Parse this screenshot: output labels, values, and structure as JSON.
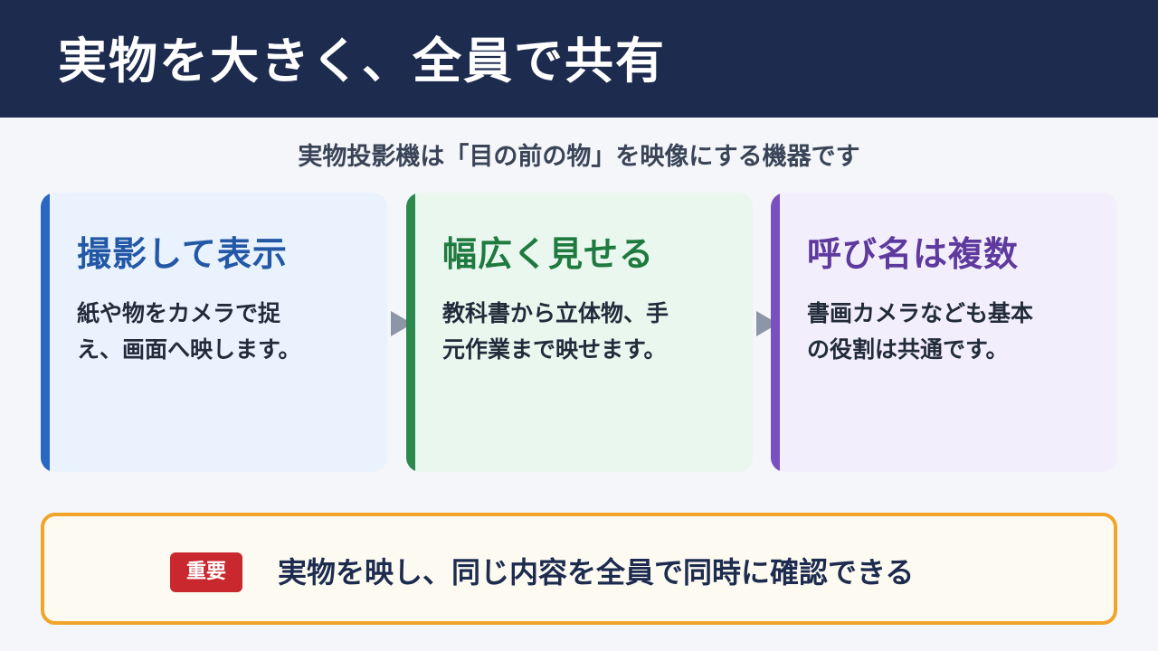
{
  "header": {
    "title": "実物を大きく、全員で共有"
  },
  "subtitle": "実物投影機は「目の前の物」を映像にする機器です",
  "cards": [
    {
      "title": "撮影して表示",
      "body_lines": [
        "紙や物をカメラで捉",
        "え、画面へ映します。"
      ],
      "accent": "#2a67c0"
    },
    {
      "title": "幅広く見せる",
      "body_lines": [
        "教科書から立体物、手",
        "元作業まで映せます。"
      ],
      "accent": "#2d8a4e"
    },
    {
      "title": "呼び名は複数",
      "body_lines": [
        "書画カメラなども基本",
        "の役割は共通です。"
      ],
      "accent": "#7a4fbf"
    }
  ],
  "callout": {
    "badge": "重要",
    "text": "実物を映し、同じ内容を全員で同時に確認できる",
    "border_color": "#f0a52a",
    "badge_color": "#c8282e"
  },
  "icons": {
    "flow_arrow": "arrow-right-icon"
  }
}
